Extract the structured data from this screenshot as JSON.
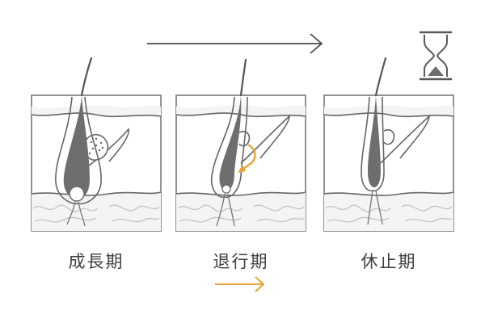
{
  "stages": [
    {
      "label": "成長期"
    },
    {
      "label": "退行期"
    },
    {
      "label": "休止期"
    }
  ],
  "colors": {
    "line": "#5a5a5a",
    "accent": "#e8a33a",
    "skin": "#f4f4f4",
    "follicle": "#6e6e6e",
    "fibers": "#c4c4c4",
    "panel_border": "#777777"
  },
  "icons": {
    "progress_arrow": "arrow-right-icon",
    "timer": "hourglass-icon",
    "sub_arrow": "arrow-right-icon"
  }
}
